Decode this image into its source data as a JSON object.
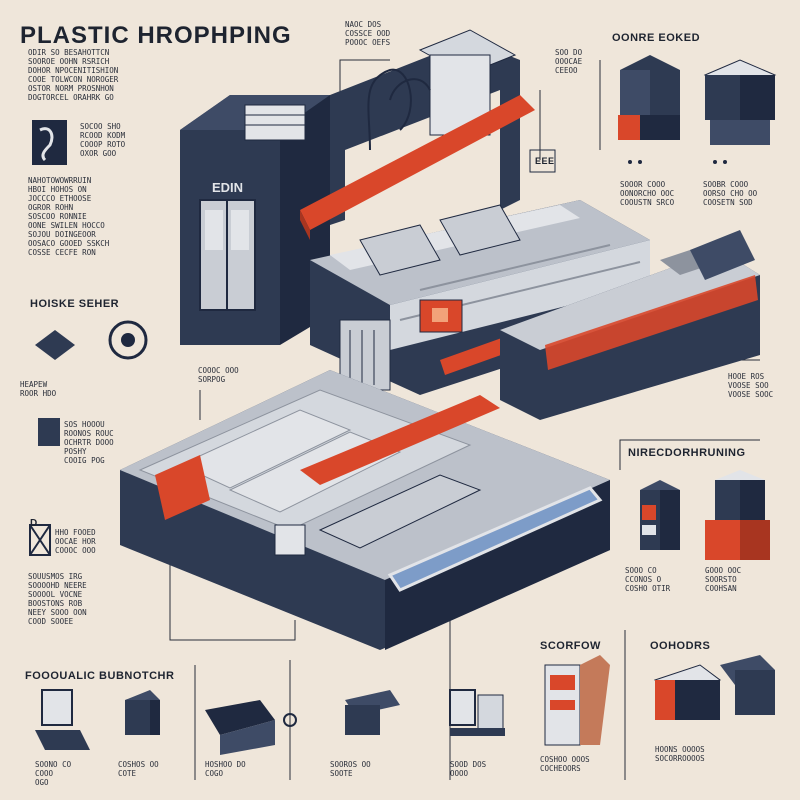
{
  "title": "PLASTIC HROPHPING",
  "headers": {
    "top_right": "OONRE EOKED",
    "left_mid": "HOISKE SEHER",
    "right_mid": "NIRECDORHRUNING",
    "bottom_left": "FOOOUALIC BUBNOTCHR",
    "bottom_mid_right": "SCORFOW",
    "bottom_right": "OOHODRS"
  },
  "small_labels": {
    "box_left": "D",
    "box_right": "EEE"
  },
  "texts": {
    "t1": "ODIR SO BESAHOTTCN\nSOOROE OOHN RSRICH\nDOHOR NPOCENITISHION\nCOOE TOLWCON NOROGER\nOSTOR NORM PROSNHON\nDOGTORCEL ORAHRK GO",
    "t2": "SOCOO SHO\nRCOOD KODM\nCOOOP ROTO\nOXOR GOO",
    "t3": "NAHOTOWOWRRUIN\nHBOI HOHOS ON\nJOCCCO ETHOOSE\nOGROR ROHN\nSOSCOO RONNIE\nOONE SWILEN HOCCO\nSOJOU DOINGEOOR\nOOSACO GOOED SSKCH\nCOSSE CECFE RON",
    "t4": "HEAPEW\nROOR HDO",
    "t5": "SOS HOOOU\nROONOS ROUC\nOCHRTR DOOO\nPOSHY\nCOOIG POG",
    "t6": "SOUUSMOS IRG\nSOOOOHD NEERE\nSOOOOL VOCNE\nBOOSTONS ROB\nNEEY SOOO OON\nCOOD SOOEE",
    "t7": "HHO FOOED\nOOCAE HOR\nCOOOC OOO",
    "t8": "NAOC DOS\nCOSSCE OOD\nPOOOC OEFS",
    "t9": "SOO DO\nOOOCAE\nCEEOO",
    "t10": "SOOOR COOO\nOONORCHO OOC\nCOOUSTN SRCO",
    "t11": "SOOBR COOO\nOORSO CHO OO\nCOOSETN SOD",
    "t12": "HOOE ROS\nVOOSE SOO\nVOOSE SOOC",
    "t13": "SOOO CO\nCCONOS O\nCOSHO OTIR",
    "t14": "GOOO OOC\nSOORSTO\nCOOHSAN",
    "t15": "SOONO CO\nCOOO\nOGO",
    "t16": "COSHOS OO\nCOTE",
    "t17": "HOSHOO DO\nCOGO",
    "t18": "SOOROS OO\nSOOTE",
    "t19": "SOOD DOS\nOOOO",
    "t20": "COSHOO OOOS\nCOCHEOORS",
    "t21": "HOONS OOOOS\nSOCORROOOOS",
    "t22": "COOOC OOO\nSORPOG"
  },
  "machine": {
    "sign": "EDIN"
  },
  "colors": {
    "background": "#efe6da",
    "navy": "#2e3a52",
    "navy_dark": "#1f2940",
    "steel": "#c9cdd4",
    "steel_light": "#e2e4e8",
    "orange": "#d9472a",
    "blue_panel": "#7d9cc8"
  }
}
